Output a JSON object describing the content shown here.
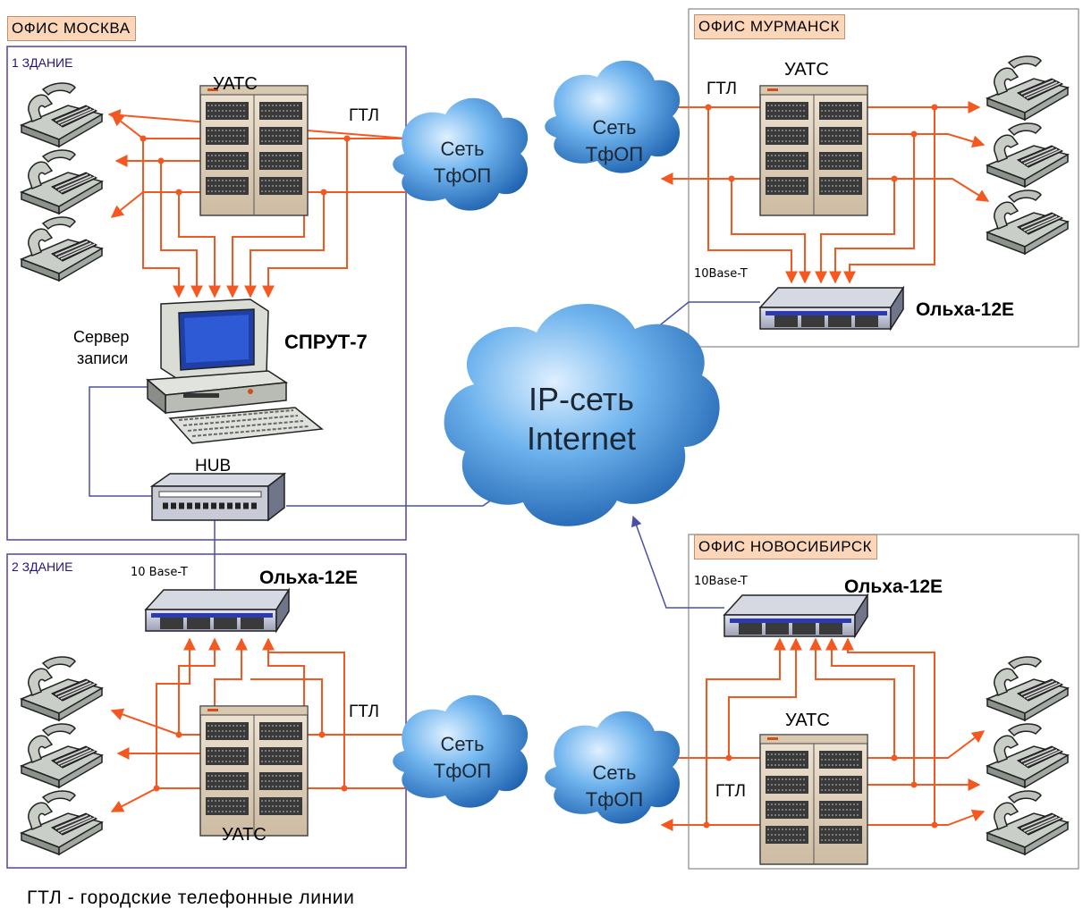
{
  "offices": {
    "moscow": {
      "title": "ОФИС МОСКВА",
      "building1": "1 ЗДАНИЕ",
      "building2": "2 ЗДАНИЕ",
      "pbx1": "УАТС",
      "pbx2": "УАТС",
      "gtl1": "ГТЛ",
      "gtl2": "ГТЛ",
      "server_label_line1": "Сервер",
      "server_label_line2": "записи",
      "server_name": "СПРУТ-7",
      "hub": "HUB",
      "olha_port": "10 Base-T",
      "olha_name": "Ольха-12Е"
    },
    "murmansk": {
      "title": "ОФИС МУРМАНСК",
      "pbx": "УАТС",
      "gtl": "ГТЛ",
      "olha_port": "10Base-T",
      "olha_name": "Ольха-12Е"
    },
    "novosibirsk": {
      "title": "ОФИС НОВОСИБИРСК",
      "pbx": "УАТС",
      "gtl": "ГТЛ",
      "olha_port": "10Base-T",
      "olha_name": "Ольха-12Е"
    }
  },
  "clouds": {
    "pstn_line1": "Сеть",
    "pstn_line2": "ТфОП",
    "internet_line1": "IP-сеть",
    "internet_line2": "Internet"
  },
  "legend": "ГТЛ - городские телефонные линии",
  "colors": {
    "line": "#f4571f",
    "link": "#4a50a8",
    "tag": "#fbd6b8",
    "cloud": "#3f8ed2",
    "building_border": "#5a3fa0"
  },
  "icons": [
    "telephone-icon",
    "pbx-icon",
    "cloud-icon",
    "server-icon",
    "hub-icon",
    "gateway-icon"
  ]
}
